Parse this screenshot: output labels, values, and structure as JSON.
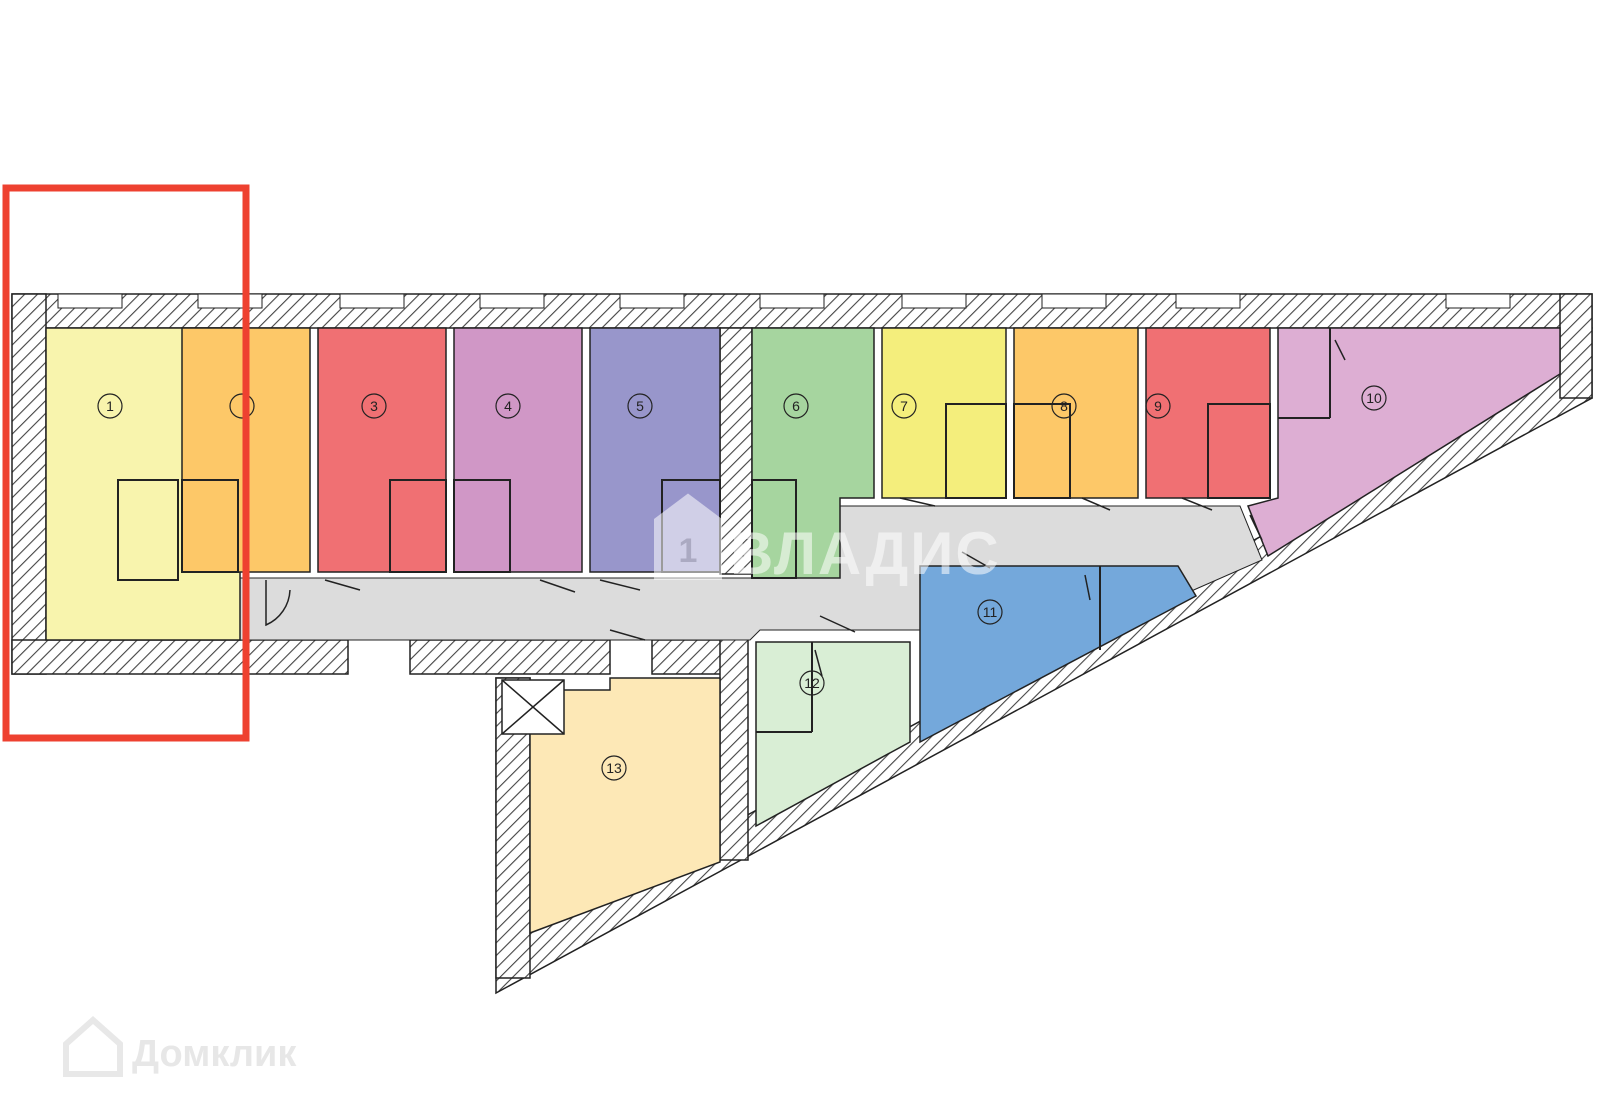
{
  "colors": {
    "wall_hatch": "#444444",
    "corridor": "#dcdcdc",
    "highlight": "#ee4130"
  },
  "rooms": [
    {
      "id": "1",
      "label": "1",
      "color": "#f8f4ad"
    },
    {
      "id": "2",
      "label": "",
      "color": "#fdc868"
    },
    {
      "id": "3",
      "label": "3",
      "color": "#f07073"
    },
    {
      "id": "4",
      "label": "4",
      "color": "#d097c6"
    },
    {
      "id": "5",
      "label": "5",
      "color": "#9896cb"
    },
    {
      "id": "6",
      "label": "6",
      "color": "#a6d59f"
    },
    {
      "id": "7",
      "label": "7",
      "color": "#f4ee7c"
    },
    {
      "id": "8",
      "label": "8",
      "color": "#fdc868"
    },
    {
      "id": "9",
      "label": "9",
      "color": "#f07073"
    },
    {
      "id": "10",
      "label": "10",
      "color": "#ddaed3"
    },
    {
      "id": "11",
      "label": "11",
      "color": "#74a8db"
    },
    {
      "id": "12",
      "label": "12",
      "color": "#d9eed5"
    },
    {
      "id": "13",
      "label": "13",
      "color": "#fde8b6"
    }
  ],
  "watermarks": {
    "center_text": "ВЛАДИС",
    "center_logo_glyph": "1",
    "corner_text": "Домклик"
  }
}
